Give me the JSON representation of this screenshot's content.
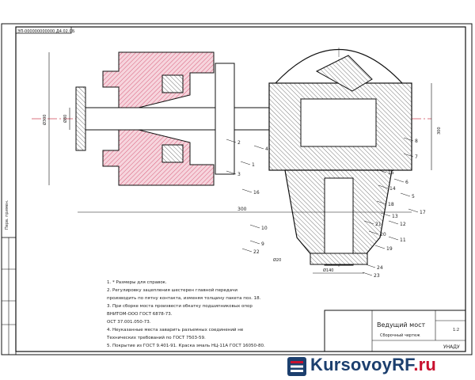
{
  "drawing": {
    "top_stamp": "ЭП-000000000000.Д4.02.СБ",
    "title": "Ведущий мост",
    "subtitle": "Сборочный чертеж",
    "org": "УНАДУ",
    "scale": "1:2",
    "side_label": "Перв. примен.",
    "dims": {
      "d_big": "Ø300",
      "d_mid": "Ø80",
      "length": "300",
      "d_bottom": "Ø140",
      "r_small": "Ø20",
      "d_right": "300"
    },
    "callouts": [
      "1",
      "2",
      "3",
      "4",
      "5",
      "6",
      "7",
      "8",
      "9",
      "10",
      "11",
      "12",
      "13",
      "14",
      "15",
      "16",
      "17",
      "18",
      "19",
      "20",
      "21",
      "22",
      "23",
      "24"
    ]
  },
  "notes": [
    "1. * Размеры для справок.",
    "2. Регулировку зацепления шестерен главной передачи",
    "   производить по пятну контакта, изменяя толщину пакета поз. 18.",
    "3. При сборке моста произвести обкатку подшипниковых опор",
    "ВНИТОМ-ООО ГОСТ 6878-73.",
    "ОСТ 37.001.050-73.",
    "4. Неуказанные места заварить разъемных соединений не",
    "Технических требований по ГОСТ 7503-59.",
    "5. Покрытие из ГОСТ 9.401-91. Краска эмаль НЦ-11А ГОСТ 16050-80."
  ],
  "watermark": {
    "brand_main": "KursovoyRF",
    "brand_tld": ".ru"
  },
  "colors": {
    "line": "#1a1a1a",
    "hatch": "#e8a6b6",
    "axis": "#d0455a",
    "brand_dark": "#1c3f6e",
    "brand_red": "#c8102e"
  }
}
